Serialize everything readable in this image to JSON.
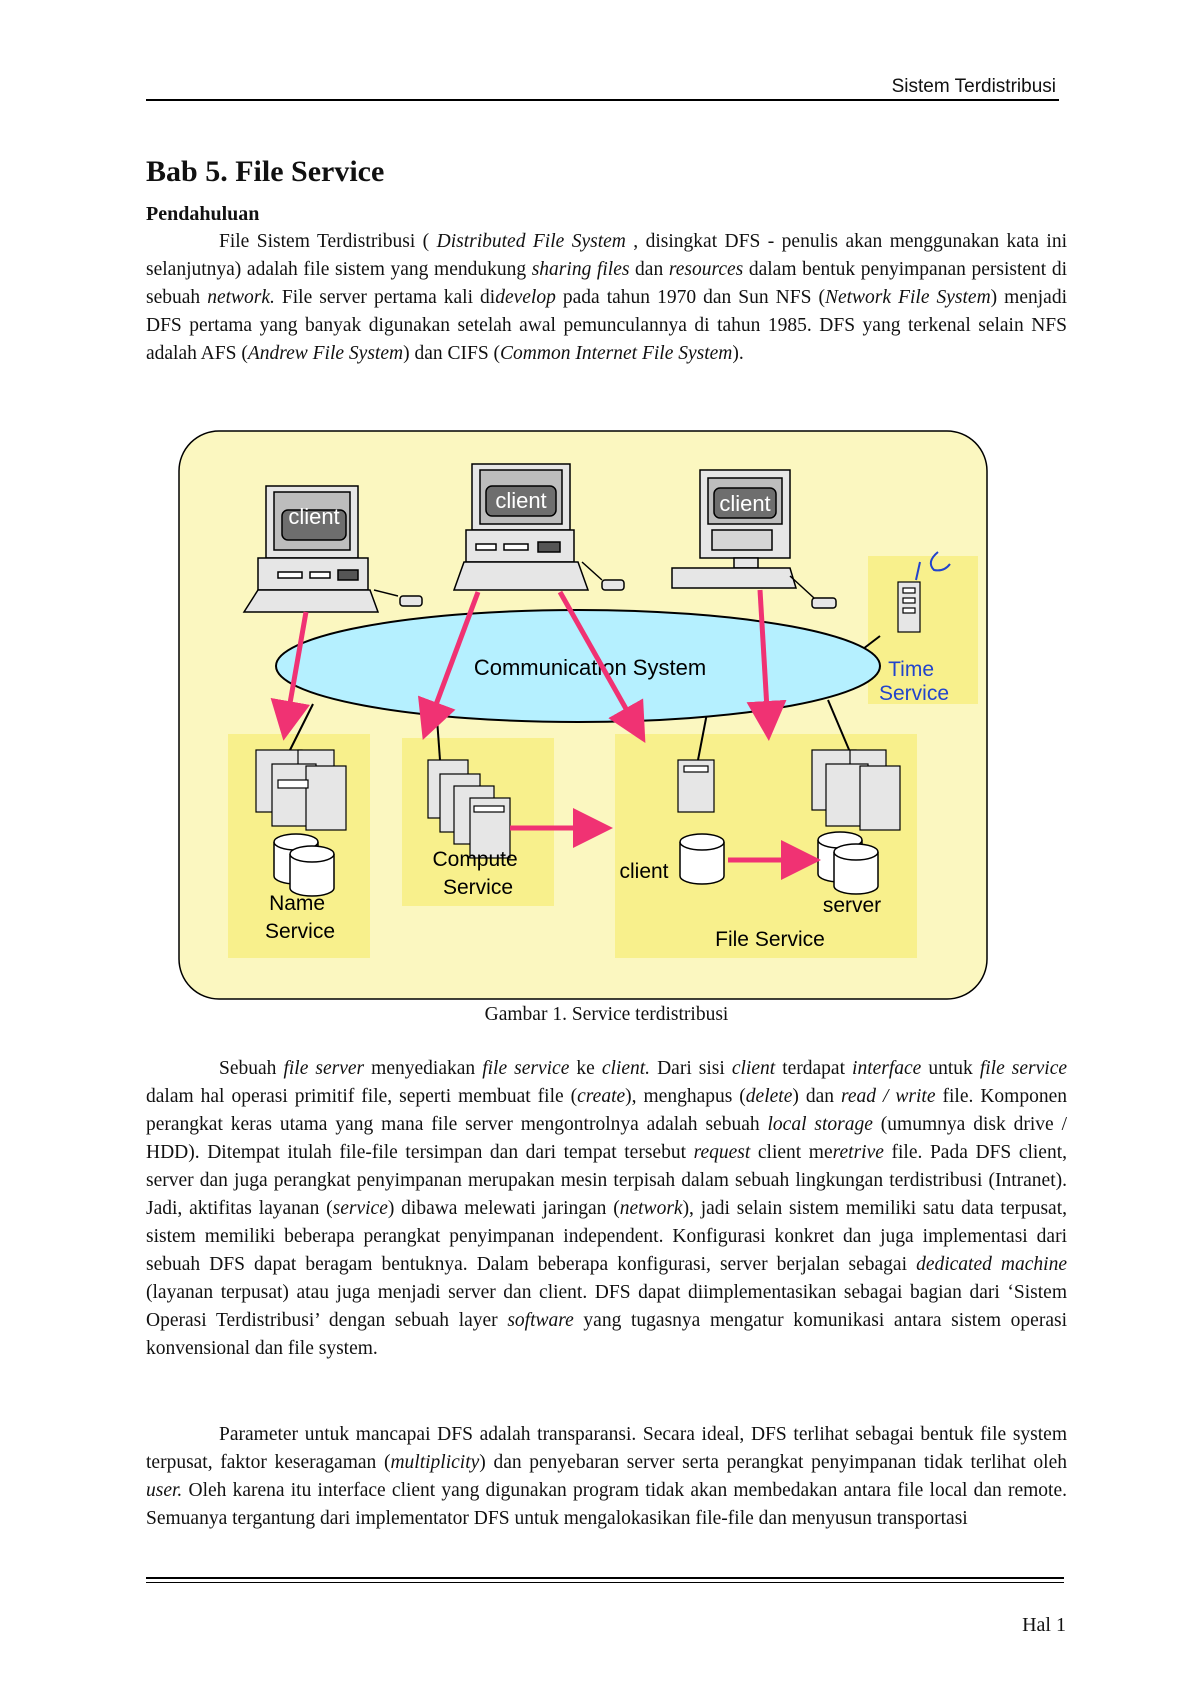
{
  "header": {
    "title": "Sistem Terdistribusi"
  },
  "chapter": {
    "title": "Bab 5. File Service"
  },
  "section": {
    "title": "Pendahuluan"
  },
  "paragraphs": [
    [
      {
        "t": "File Sistem Terdistribusi ( "
      },
      {
        "t": "Distributed File System",
        "i": true
      },
      {
        "t": " , disingkat DFS - penulis akan menggunakan kata ini selanjutnya) adalah file sistem yang mendukung "
      },
      {
        "t": "sharing files",
        "i": true
      },
      {
        "t": " dan "
      },
      {
        "t": "resources",
        "i": true
      },
      {
        "t": " dalam bentuk penyimpanan persistent di sebuah "
      },
      {
        "t": "network.",
        "i": true
      },
      {
        "t": " File server pertama kali di"
      },
      {
        "t": "develop",
        "i": true
      },
      {
        "t": " pada tahun 1970 dan Sun NFS ("
      },
      {
        "t": "Network File System",
        "i": true
      },
      {
        "t": ") menjadi DFS pertama yang banyak digunakan setelah awal pemunculannya di tahun 1985. DFS yang terkenal selain NFS adalah AFS ("
      },
      {
        "t": "Andrew File System",
        "i": true
      },
      {
        "t": ") dan CIFS ("
      },
      {
        "t": "Common Internet File System",
        "i": true
      },
      {
        "t": ")."
      }
    ],
    [
      {
        "t": "Sebuah "
      },
      {
        "t": "file server",
        "i": true
      },
      {
        "t": " menyediakan "
      },
      {
        "t": "file service",
        "i": true
      },
      {
        "t": " ke "
      },
      {
        "t": "client.",
        "i": true
      },
      {
        "t": " Dari sisi "
      },
      {
        "t": "client",
        "i": true
      },
      {
        "t": " terdapat "
      },
      {
        "t": "interface",
        "i": true
      },
      {
        "t": " untuk "
      },
      {
        "t": "file service",
        "i": true
      },
      {
        "t": " dalam hal operasi primitif file, seperti membuat file ("
      },
      {
        "t": "create",
        "i": true
      },
      {
        "t": "), menghapus ("
      },
      {
        "t": "delete",
        "i": true
      },
      {
        "t": ") dan "
      },
      {
        "t": "read / write",
        "i": true
      },
      {
        "t": " file. Komponen perangkat keras utama yang mana file server mengontrolnya adalah sebuah "
      },
      {
        "t": "local storage",
        "i": true
      },
      {
        "t": " (umumnya disk drive / HDD). Ditempat itulah file-file tersimpan dan dari tempat tersebut "
      },
      {
        "t": "request",
        "i": true
      },
      {
        "t": " client me"
      },
      {
        "t": "retrive",
        "i": true
      },
      {
        "t": " file. Pada DFS client, server dan juga perangkat penyimpanan merupakan mesin terpisah dalam sebuah lingkungan terdistribusi (Intranet). Jadi, aktifitas layanan ("
      },
      {
        "t": "service",
        "i": true
      },
      {
        "t": ") dibawa melewati jaringan ("
      },
      {
        "t": "network",
        "i": true
      },
      {
        "t": "), jadi selain sistem memiliki satu data terpusat, sistem memiliki beberapa perangkat penyimpanan independent. Konfigurasi konkret dan juga implementasi dari sebuah DFS dapat beragam bentuknya. Dalam beberapa konfigurasi, server berjalan sebagai "
      },
      {
        "t": "dedicated machine",
        "i": true
      },
      {
        "t": " (layanan terpusat) atau juga menjadi server dan client. DFS dapat diimplementasikan sebagai bagian dari ‘Sistem Operasi Terdistribusi’ dengan sebuah layer "
      },
      {
        "t": "software",
        "i": true
      },
      {
        "t": " yang tugasnya mengatur komunikasi antara sistem operasi konvensional dan file system."
      }
    ],
    [
      {
        "t": "Parameter untuk mancapai DFS adalah transparansi. Secara ideal, DFS terlihat sebagai bentuk file system terpusat, faktor keseragaman ("
      },
      {
        "t": "multiplicity",
        "i": true
      },
      {
        "t": ") dan penyebaran server serta perangkat penyimpanan tidak terlihat oleh "
      },
      {
        "t": "user.",
        "i": true
      },
      {
        "t": " Oleh karena itu interface client yang digunakan program tidak akan membedakan antara file local dan remote. Semuanya tergantung dari implementator DFS untuk mengalokasikan file-file dan menyusun transportasi"
      }
    ]
  ],
  "figure": {
    "caption": "Gambar 1. Service terdistribusi",
    "labels": {
      "client1": "client",
      "client2": "client",
      "client3": "client",
      "communication": "Communication System",
      "time_service": [
        "Time",
        "Service"
      ],
      "name_service": [
        "Name",
        "Service"
      ],
      "compute_service": [
        "Compute",
        "Service"
      ],
      "fs_client": "client",
      "fs_server": "server",
      "file_service": "File Service"
    },
    "colors": {
      "panel": "#fbf7c0",
      "box": "#f8f08c",
      "ellipse": "#b5f0ff",
      "arrow": "#f03273",
      "time_text": "#2244cc"
    }
  },
  "footer": {
    "page": "Hal 1"
  }
}
